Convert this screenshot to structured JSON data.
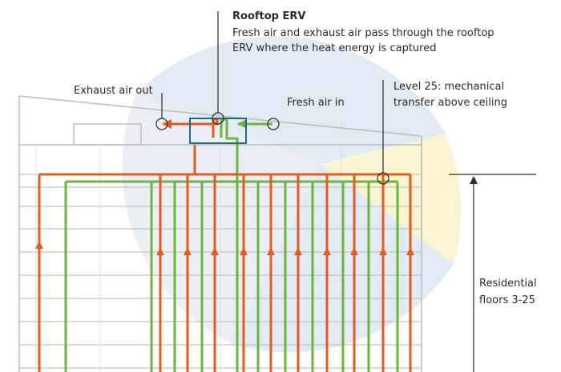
{
  "erv": {
    "title": "Rooftop ERV",
    "description_line1": "Fresh air and exhaust air pass through the rooftop",
    "description_line2": "ERV where the heat energy is captured"
  },
  "labels": {
    "exhaust_air_out": "Exhaust air out",
    "fresh_air_in": "Fresh air in",
    "level25_line1": "Level 25: mechanical",
    "level25_line2": "transfer above ceiling",
    "floors_line1": "Residential",
    "floors_line2": "floors 3-25"
  },
  "colors": {
    "exhaust": "#e35b1e",
    "fresh": "#6db33f",
    "erv_box": "#1f6a8c",
    "building": "#bdbdbd",
    "watermark_blue": "#dde7f1",
    "watermark_yellow": "#fbf2c9"
  }
}
